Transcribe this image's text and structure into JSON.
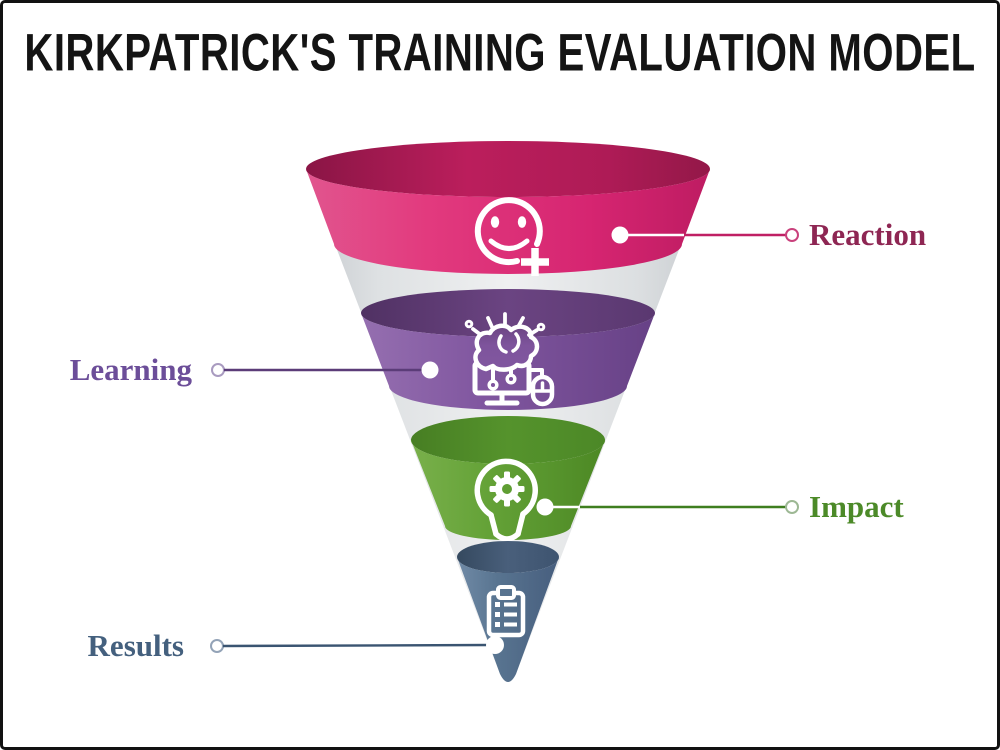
{
  "title": "KIRKPATRICK'S TRAINING EVALUATION MODEL",
  "funnel": {
    "type": "inverted-funnel-4-levels",
    "cone_color": "#D7DADD",
    "levels": [
      {
        "order": 1,
        "label": "Reaction",
        "side": "right",
        "icon": "smiley-add-reaction-icon",
        "band_color": "#DE3579",
        "band_top_color": "#A31B50",
        "label_color": "#8E2653",
        "line_color": "#C02064",
        "ring_color": "#C9417C"
      },
      {
        "order": 2,
        "label": "Learning",
        "side": "left",
        "icon": "brain-computer-icon",
        "band_color": "#8258A0",
        "band_top_color": "#5E3973",
        "label_color": "#6C4E99",
        "line_color": "#5B3C78",
        "ring_color": "#A99BC0"
      },
      {
        "order": 3,
        "label": "Impact",
        "side": "right",
        "icon": "bulb-gear-icon",
        "band_color": "#63A136",
        "band_top_color": "#4A8526",
        "label_color": "#4C8A28",
        "line_color": "#3E7E1F",
        "ring_color": "#9DB894"
      },
      {
        "order": 4,
        "label": "Results",
        "side": "left",
        "icon": "clipboard-checklist-icon",
        "band_color": "#55718F",
        "band_top_color": "#3D536E",
        "label_color": "#44607E",
        "line_color": "#3A5471",
        "ring_color": "#93A3B7"
      }
    ]
  }
}
